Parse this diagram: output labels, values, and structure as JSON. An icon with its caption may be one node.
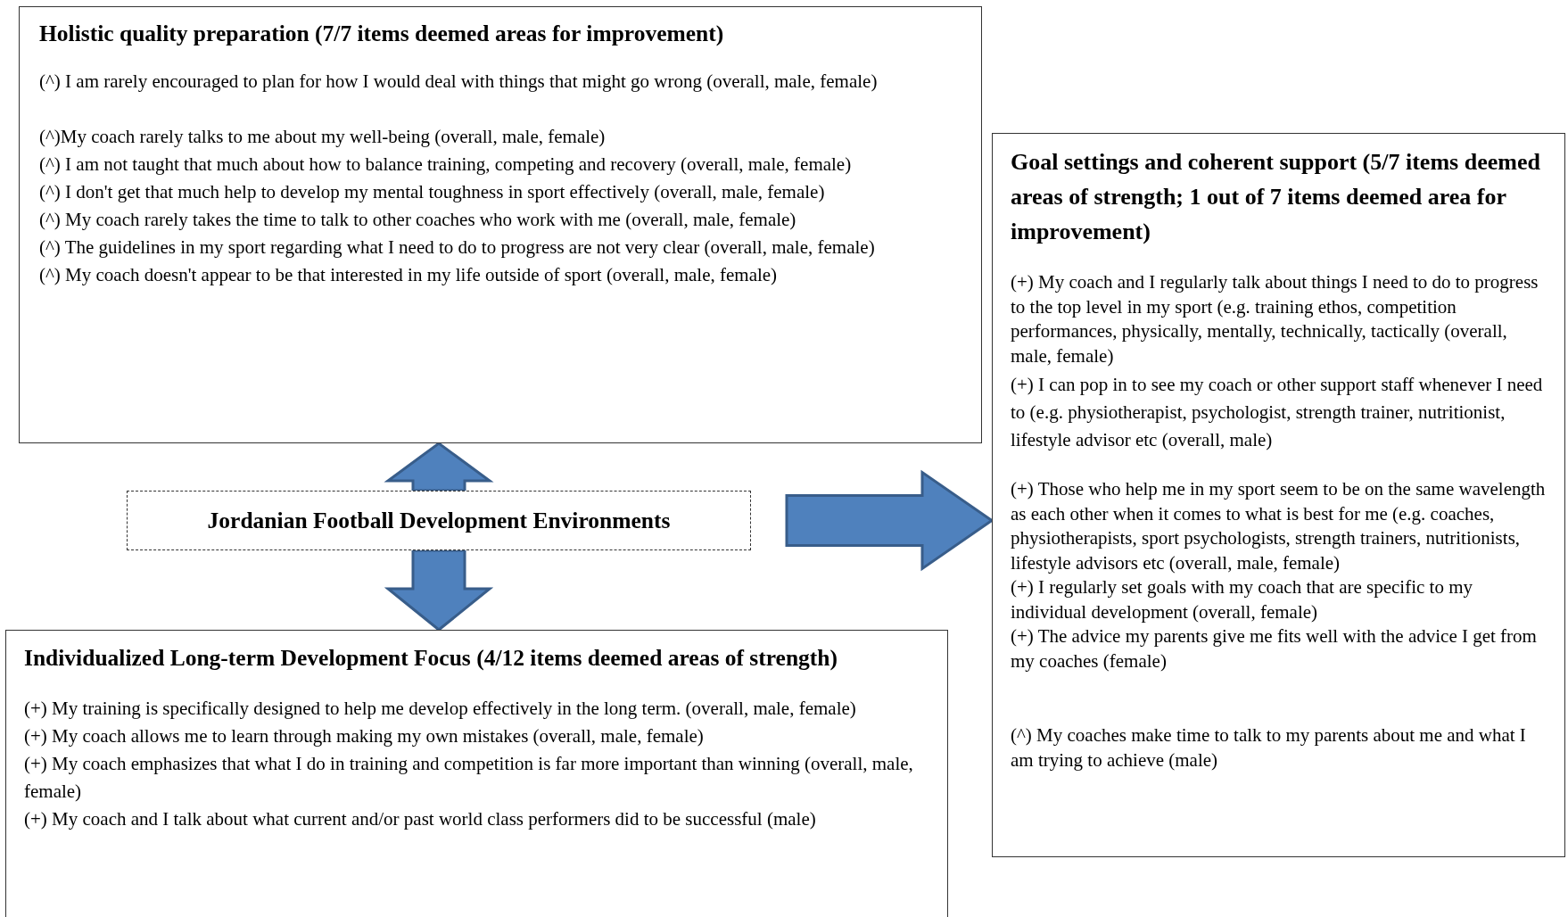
{
  "diagram": {
    "nodes": [
      {
        "text": [
          "Holistic quality preparation (7/7 items deemed areas for improvement)",
          "(^) I am rarely encouraged to plan for how I would deal with things that might go wrong (overall, male, female)",
          "(^)My coach rarely talks to me about my well-being (overall, male, female)",
          "(^) I am not taught that much about how to balance training, competing and recovery (overall, male, female)",
          "(^) I don't get that much help to develop my mental toughness in sport effectively (overall, male, female)",
          "(^) My coach rarely takes the time to talk to other coaches who work with me (overall, male, female)",
          "(^) The guidelines in my sport regarding what I need to do to progress are not very clear (overall, male, female)",
          "(^) My coach doesn't appear to be that interested in my life outside of sport (overall, male, female)"
        ]
      },
      {
        "text": [
          "Goal settings and coherent support (5/7 items deemed areas of strength; 1 out of 7 items deemed area for improvement)",
          "(+) My coach and I regularly talk about things I need to do to progress to the top level in my sport (e.g. training ethos, competition performances, physically, mentally, technically, tactically (overall, male, female)",
          "(+) I can pop in to see my coach or other support staff whenever I need to (e.g. physiotherapist, psychologist, strength trainer, nutritionist, lifestyle advisor etc (overall, male)",
          "(+) Those who help me in my sport seem to be on the same wavelength as each other when it comes to what is best for me (e.g. coaches, physiotherapists, sport psychologists, strength trainers, nutritionists, lifestyle advisors etc (overall, male, female)",
          "(+) I regularly set goals with my coach that are specific to my individual development (overall, female)",
          "(+) The advice my parents give me fits well with the advice I get from my coaches (female)",
          "(^) My coaches make time to talk to my parents about me and what I am trying to achieve (male)"
        ]
      },
      {
        "text": [
          "Jordanian Football Development Environments"
        ]
      },
      {
        "text": [
          "Individualized Long-term Development Focus (4/12 items deemed areas of strength)",
          "(+) My training is specifically designed to help me develop effectively in the long term. (overall, male, female)",
          "(+) My coach allows me to learn through making my own mistakes (overall, male, female)",
          "(+) My coach emphasizes that what I do in training and competition is far more important than winning (overall, male, female)",
          "(+) My coach and I talk about what current and/or past world class performers did to be successful (male)"
        ]
      }
    ],
    "edges": [
      {
        "from": 2,
        "to": 0,
        "arrow": "to"
      },
      {
        "from": 2,
        "to": 1,
        "arrow": "to"
      },
      {
        "from": 2,
        "to": 3,
        "arrow": "to"
      }
    ]
  }
}
